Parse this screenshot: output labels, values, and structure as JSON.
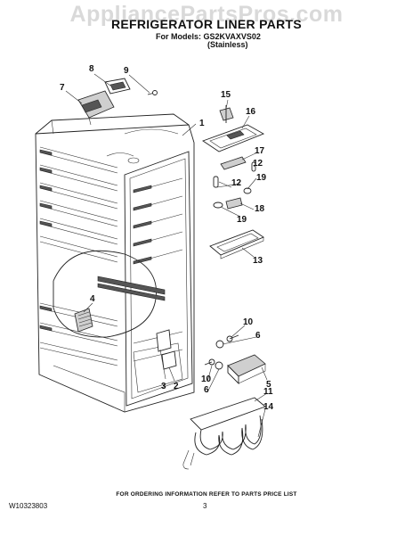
{
  "watermark": "AppliancePartsPros.com",
  "title": "REFRIGERATOR LINER PARTS",
  "models_line": "For Models: GS2KVAXVS02",
  "finish_line": "(Stainless)",
  "footer_note": "FOR ORDERING INFORMATION REFER TO PARTS PRICE LIST",
  "doc_number": "W10323803",
  "page_number": "3",
  "callouts": {
    "c1": "1",
    "c2": "2",
    "c3": "3",
    "c4": "4",
    "c5": "5",
    "c6a": "6",
    "c6b": "6",
    "c7": "7",
    "c8": "8",
    "c9": "9",
    "c10a": "10",
    "c10b": "10",
    "c11": "11",
    "c12a": "12",
    "c12b": "12",
    "c13": "13",
    "c14": "14",
    "c15": "15",
    "c16": "16",
    "c17": "17",
    "c18": "18",
    "c19a": "19",
    "c19b": "19"
  }
}
